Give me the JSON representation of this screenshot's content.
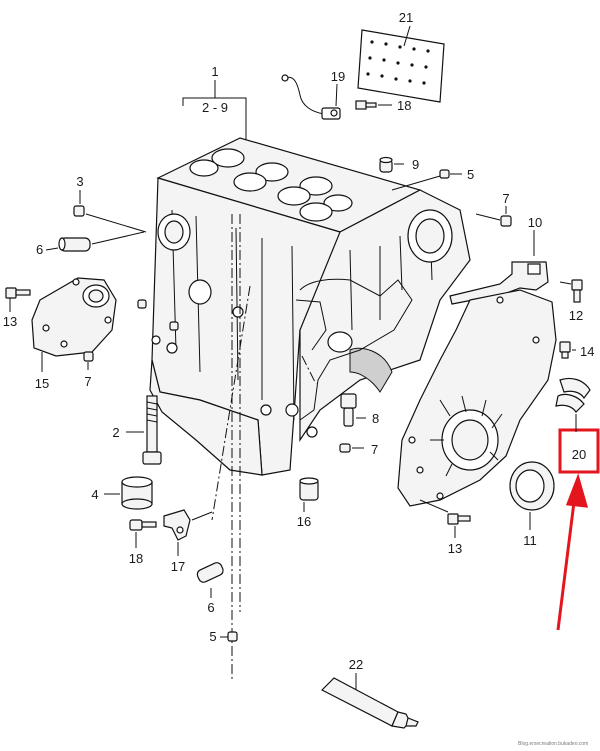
{
  "labels": {
    "p1": "1",
    "p1_range": "2 - 9",
    "p2": "2",
    "p3": "3",
    "p4": "4",
    "p5a": "5",
    "p5b": "5",
    "p6a": "6",
    "p6b": "6",
    "p7a": "7",
    "p7b": "7",
    "p7c": "7",
    "p8": "8",
    "p9": "9",
    "p10": "10",
    "p11": "11",
    "p12": "12",
    "p13a": "13",
    "p13b": "13",
    "p14": "14",
    "p15": "15",
    "p16": "16",
    "p17": "17",
    "p18a": "18",
    "p18b": "18",
    "p19": "19",
    "p20": "20",
    "p21": "21",
    "p22": "22"
  },
  "highlight": {
    "part": "20",
    "color": "#e3161d"
  },
  "watermark": "Blog.ersecreation.bukadeo.com",
  "colors": {
    "lines": "#111111",
    "background": "#ffffff",
    "accent": "#e3161d"
  }
}
